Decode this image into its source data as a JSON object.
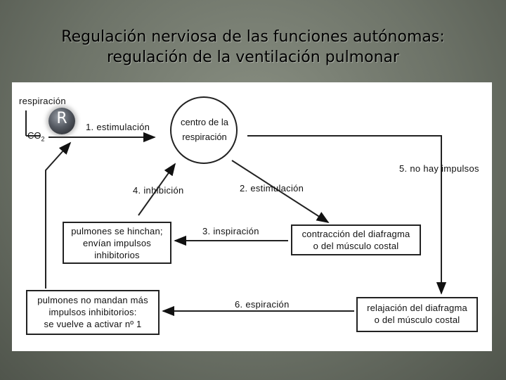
{
  "title": {
    "line1": "Regulación nerviosa de las funciones autónomas:",
    "line2": "regulación de la ventilación pulmonar"
  },
  "diagram": {
    "respiracion_label": "respiración",
    "receptor_letter": "R",
    "co2_main": "CO",
    "co2_sub": "2",
    "centro": {
      "line1": "centro de la",
      "line2": "respiración"
    },
    "edges": {
      "e1": "1. estimulación",
      "e2": "2. estimulación",
      "e3": "3. inspiración",
      "e4": "4. inhibición",
      "e5": "5. no hay impulsos",
      "e6": "6. espiración"
    },
    "boxes": {
      "contraccion": {
        "line1": "contracción del diafragma",
        "line2": "o del músculo costal"
      },
      "pulmones_hinchan": {
        "line1": "pulmones se hinchan;",
        "line2": "envían impulsos",
        "line3": "inhibitorios"
      },
      "relajacion": {
        "line1": "relajación del diafragma",
        "line2": "o del músculo costal"
      },
      "pulmones_no": {
        "line1": "pulmones no mandan más",
        "line2": "impulsos inhibitorios:",
        "line3": "se vuelve a activar nº 1"
      }
    }
  }
}
